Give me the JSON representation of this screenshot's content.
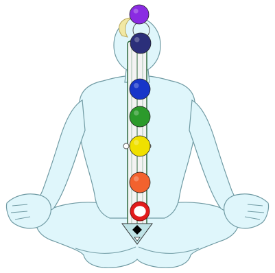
{
  "colors": {
    "background": "#ffffff",
    "body_fill": "#dff6fb",
    "body_outline": "#6f9aa3",
    "channel_fill": "#f3f3f3",
    "channel_outline": "#2f6b3f",
    "crescent": "#f1e8a3",
    "base_triangle": "#bfe3e6"
  },
  "chakras": [
    {
      "name": "crown",
      "color": "#8a2be2",
      "style": "solid"
    },
    {
      "name": "third-eye",
      "color": "#2b2f7a",
      "style": "solid"
    },
    {
      "name": "throat",
      "color": "#1736c9",
      "style": "solid"
    },
    {
      "name": "heart",
      "color": "#2b9a2b",
      "style": "solid"
    },
    {
      "name": "solar-plexus",
      "color": "#f0e000",
      "style": "solid"
    },
    {
      "name": "sacral",
      "color": "#f2622e",
      "style": "solid"
    },
    {
      "name": "root",
      "color": "#e21b1b",
      "style": "ring"
    }
  ]
}
